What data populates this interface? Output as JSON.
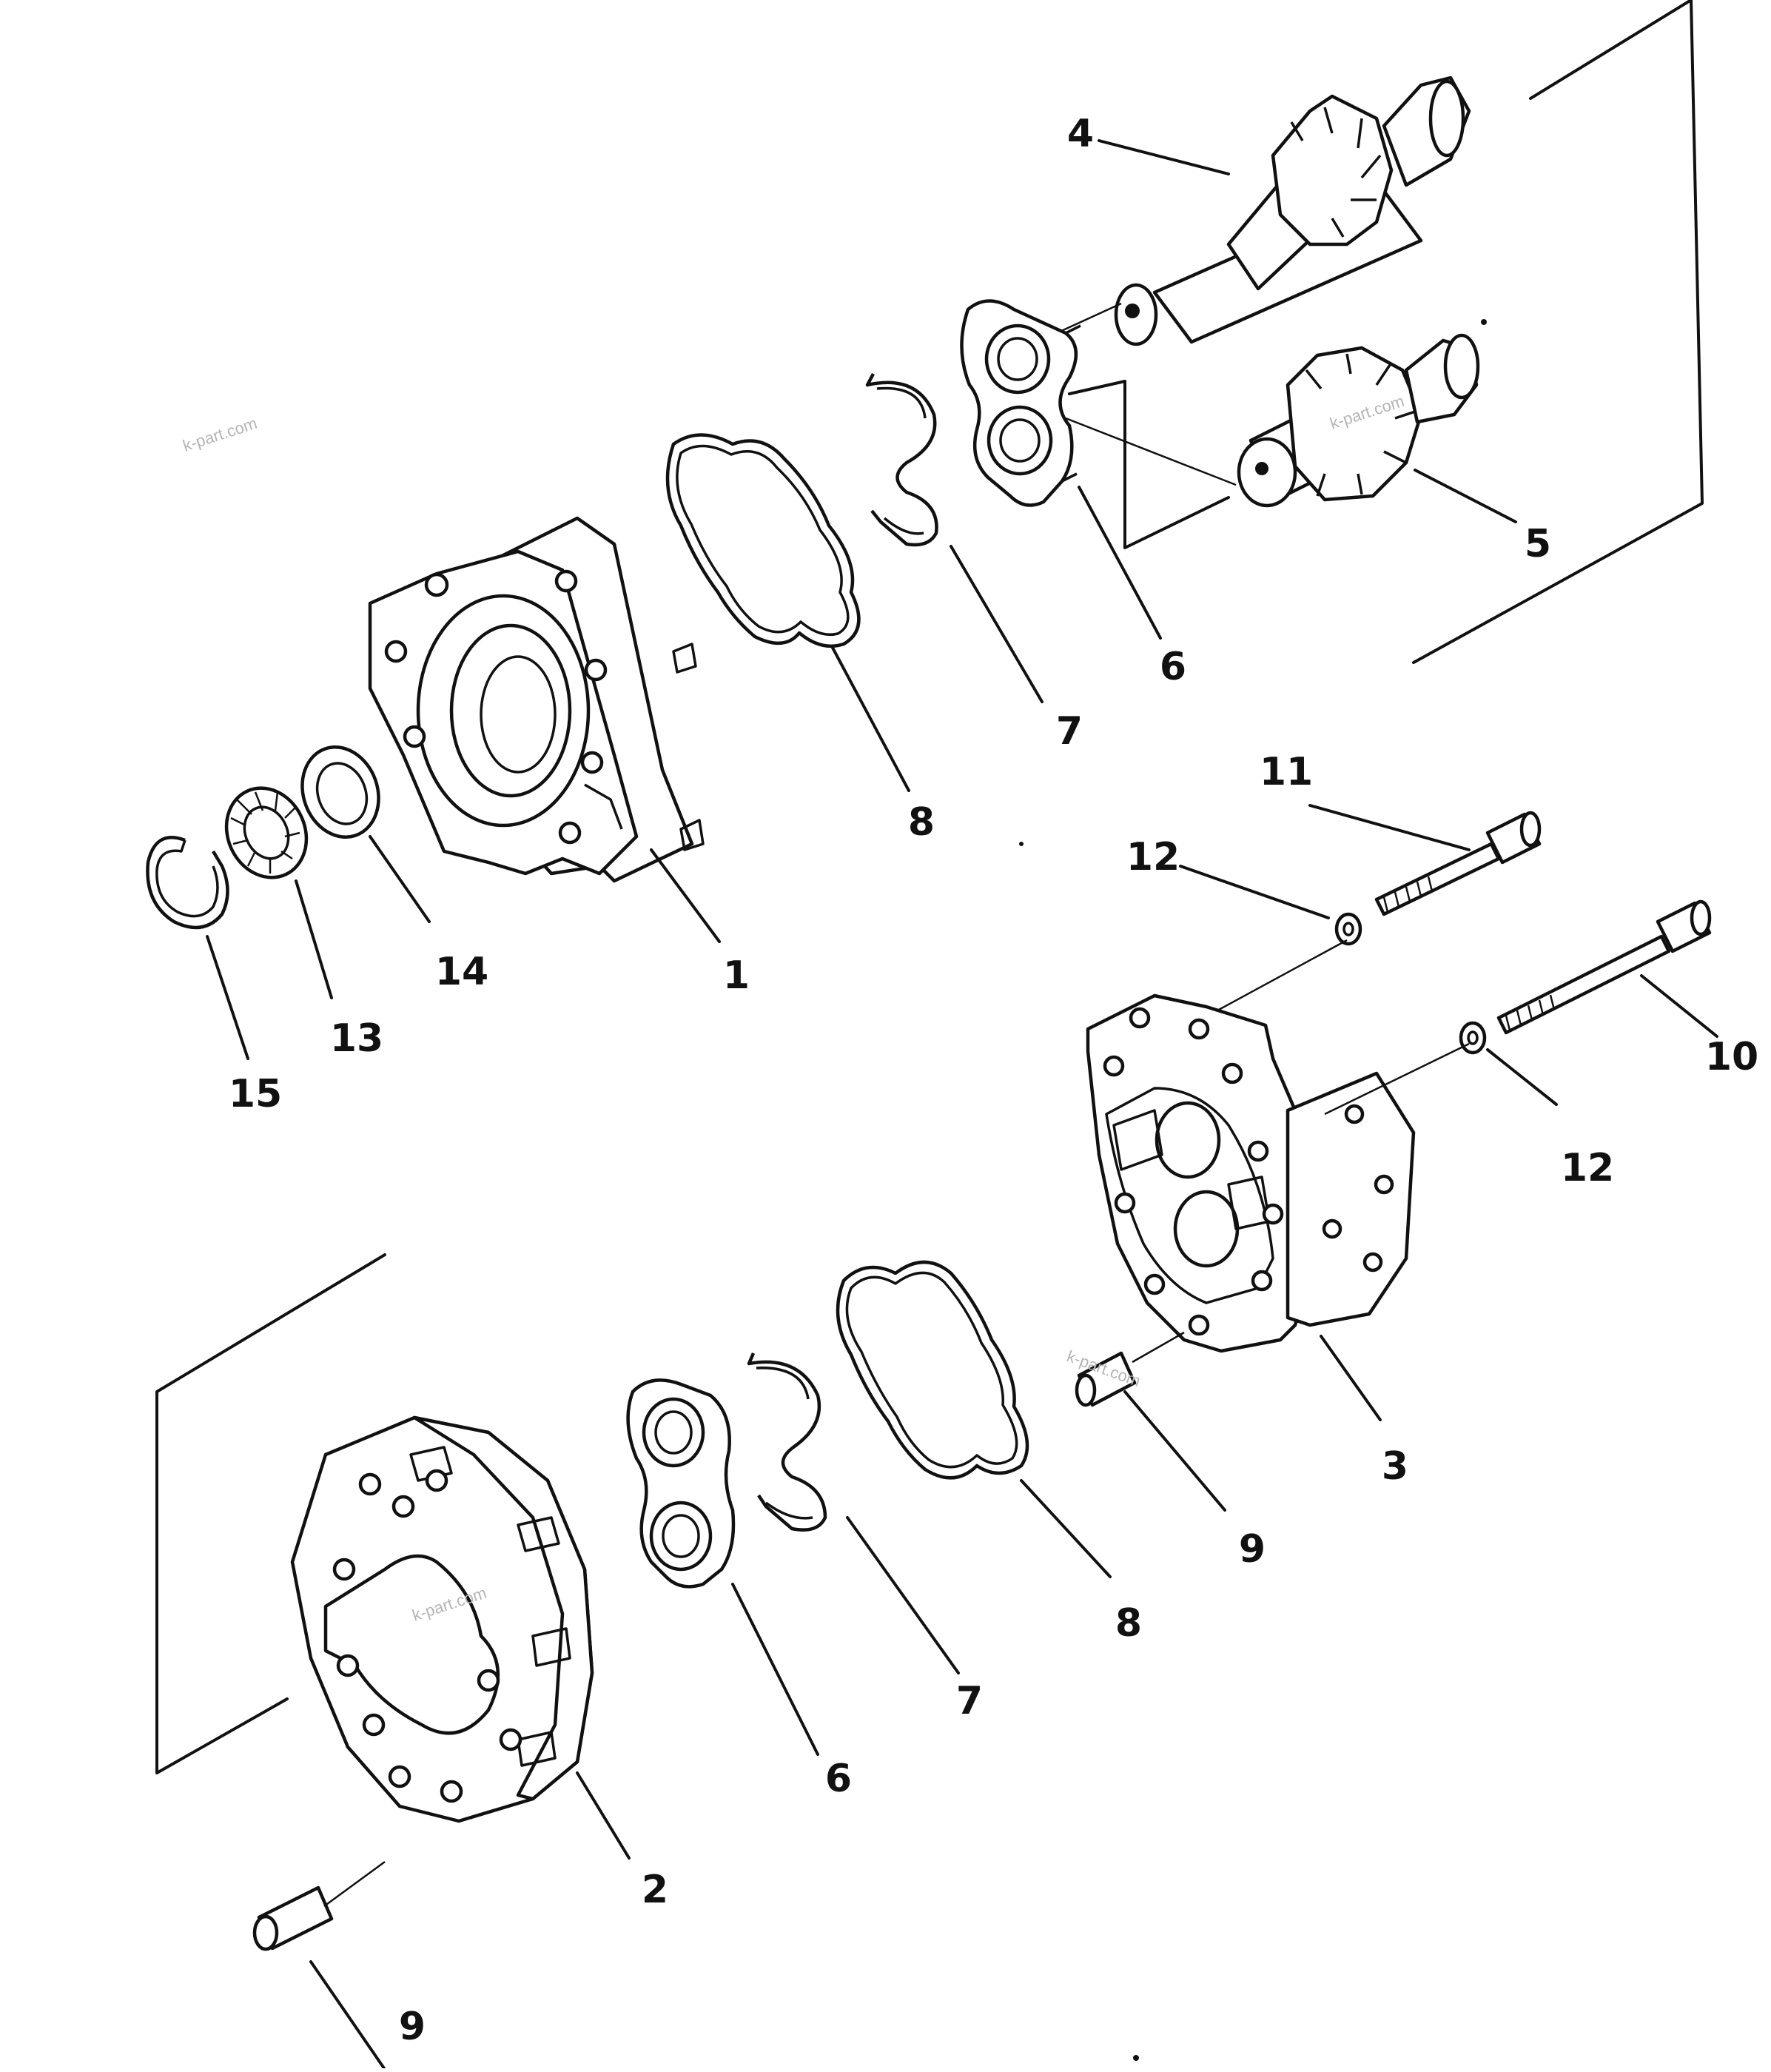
{
  "diagram": {
    "description_visible_text": "callout numbers only",
    "callouts": {
      "c1": "1",
      "c2": "2",
      "c3": "3",
      "c4": "4",
      "c5": "5",
      "c6a": "6",
      "c6b": "6",
      "c7a": "7",
      "c7b": "7",
      "c8a": "8",
      "c8b": "8",
      "c9a": "9",
      "c9b": "9",
      "c10": "10",
      "c11": "11",
      "c12a": "12",
      "c12b": "12",
      "c13": "13",
      "c14": "14",
      "c15": "15"
    },
    "watermarks": {
      "w1": "k-part.com",
      "w2": "k-part.com",
      "w3": "k-part.com",
      "w4": "k-part.com"
    }
  }
}
